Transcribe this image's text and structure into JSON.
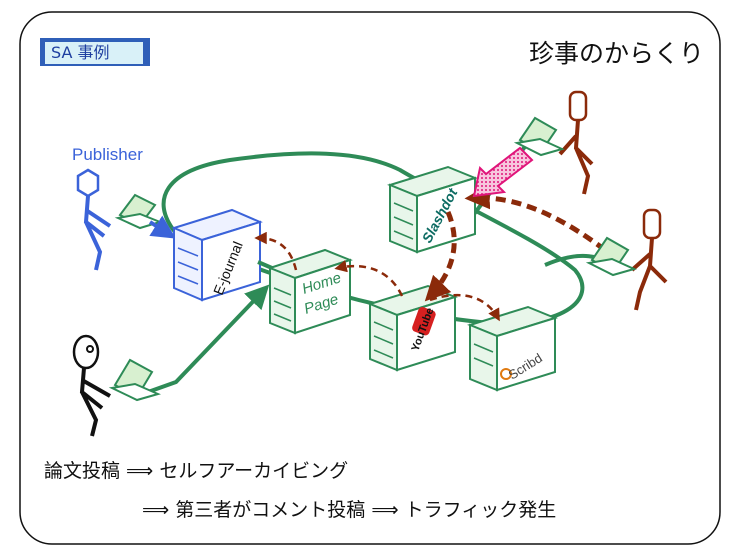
{
  "slide": {
    "badge_label": "SA 事例",
    "title": "珍事のからくり",
    "line1": "論文投稿 ⟹ セルフアーカイビング",
    "line2": "⟹ 第三者がコメント投稿 ⟹ トラフィック発生"
  },
  "diagram": {
    "publisher_label": "Publisher",
    "servers": {
      "ejournal": "E-journal",
      "homepage_line1": "Home",
      "homepage_line2": "Page",
      "youtube": "YouTube",
      "scribd": "Scribd",
      "slashdot": "Slashdot"
    }
  },
  "colors": {
    "publisher": "#3b63d9",
    "network_line": "#2e8b57",
    "server_green": "#2e8b57",
    "server_fill": "#e8f6ea",
    "brown_arrow": "#8b2a0a",
    "pink_arrow": "#e0157a",
    "badge_bg": "#d9f1f8",
    "badge_border": "#2f5fb8"
  }
}
